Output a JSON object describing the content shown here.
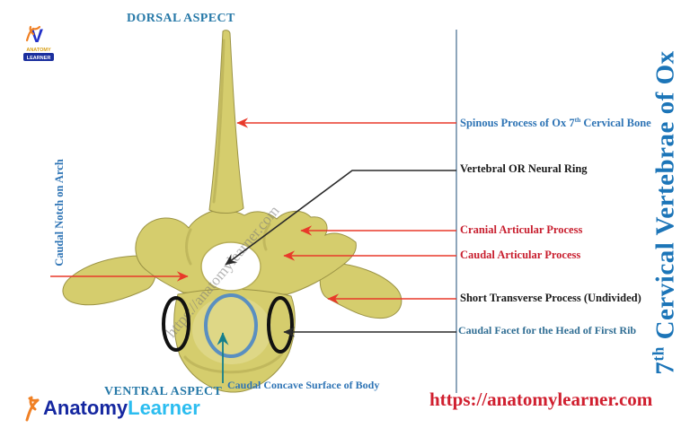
{
  "headings": {
    "dorsal": "DORSAL ASPECT",
    "ventral": "VENTRAL ASPECT"
  },
  "side_title": {
    "num": "7",
    "sup": "th",
    "rest": " Cervical Vertebrae of Ox"
  },
  "labels": {
    "spinous": {
      "pre": "Spinous Process of Ox  7",
      "sup": "th",
      "post": " Cervical Bone",
      "color": "#2e74b5"
    },
    "neural_ring": {
      "text": "Vertebral OR Neural Ring",
      "color": "#1a1a1a"
    },
    "cranial_articular": {
      "text": "Cranial Articular Process",
      "color": "#c81e2e"
    },
    "caudal_articular": {
      "text": "Caudal Articular Process",
      "color": "#c81e2e"
    },
    "short_transverse": {
      "text": "Short Transverse Process (Undivided)",
      "color": "#1a1a1a"
    },
    "caudal_facet": {
      "text": "Caudal Facet for  the Head of First Rib",
      "color": "#2f6d93"
    },
    "caudal_notch": {
      "text": "Caudal Notch on Arch",
      "color": "#2e74b5"
    },
    "caudal_concave": {
      "text": "Caudal Concave  Surface of Body",
      "color": "#2e74b5"
    }
  },
  "branding": {
    "top_badge": {
      "anatomy": "ANATOMY",
      "learner": "LEARNER"
    },
    "bottom_logo": {
      "anatomy": "Anatomy",
      "learner": "Learner"
    },
    "site_url": "https://anatomylearner.com",
    "watermark": "https://anatomylearner.com"
  },
  "colors": {
    "bone_fill": "#d5cd6d",
    "bone_shadow": "#a89f4a",
    "bone_highlight": "#e6e09a",
    "arrow_red": "#e8392a",
    "arrow_black": "#2a2a2a",
    "arrow_teal": "#157f8c",
    "divider_line": "#8ea6bb",
    "facet_ring_black": "#111111",
    "concave_ring_blue": "#5a8fc0",
    "label_blue": "#2e74b5",
    "label_red": "#c81e2e",
    "side_title_blue": "#1c75b8",
    "url_red": "#d01f2f"
  }
}
